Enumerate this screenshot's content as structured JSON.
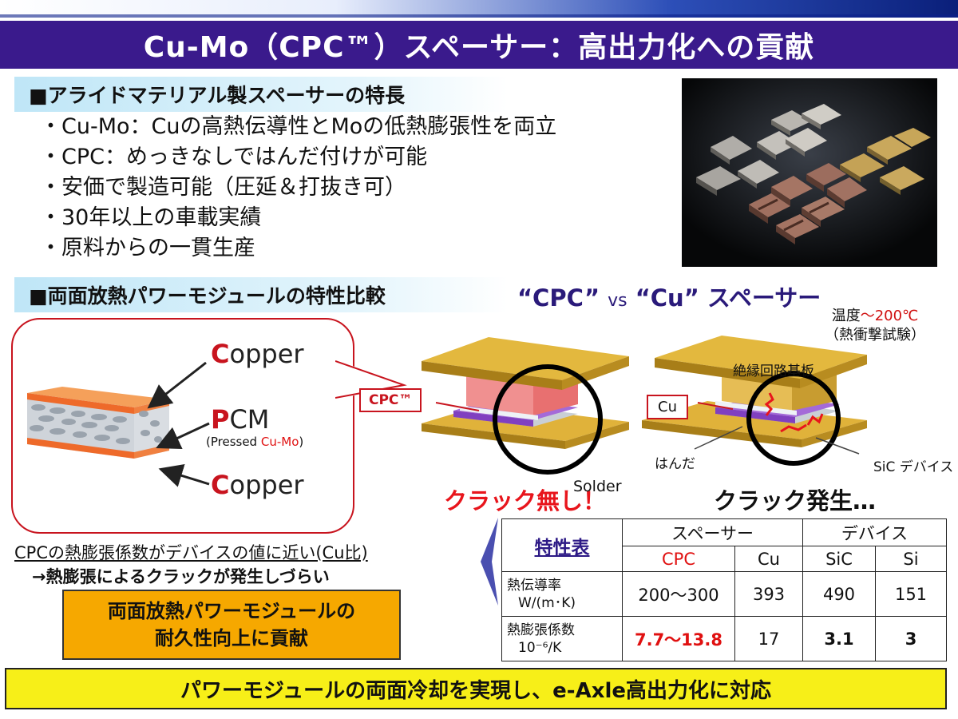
{
  "title": "Cu-Mo（CPC™）スペーサー：高出力化への貢献",
  "section1": {
    "header": "■アライドマテリアル製スペーサーの特長",
    "bullets": [
      "・Cu-Mo：Cuの高熱伝導性とMoの低熱膨張性を両立",
      "・CPC：めっきなしではんだ付けが可能",
      "・安価で製造可能（圧延＆打抜き可）",
      "・30年以上の車載実績",
      "・原料からの一貫生産"
    ]
  },
  "section2": {
    "header": "■両面放熱パワーモジュールの特性比較",
    "vs_left": "“CPC”",
    "vs_mid": "vs",
    "vs_right": "“Cu” スペーサー",
    "temp_prefix": "温度",
    "temp_value": "～200℃",
    "temp_note": "（熱衝撃試験）"
  },
  "layers": {
    "copper_top_cap": "C",
    "copper_top_rest": "opper",
    "pcm_cap": "P",
    "pcm_rest": "CM",
    "pressed_open": "(Pressed ",
    "pressed_red": "Cu-Mo",
    "pressed_close": ")",
    "copper_bot_cap": "C",
    "copper_bot_rest": "opper"
  },
  "diagrams": {
    "cpc_label": "CPC™",
    "cu_label": "Cu",
    "substrate_label": "絶縁回路基板",
    "solder_jp": "はんだ",
    "sic_device": "SiC デバイス",
    "solder_en": "Solder",
    "crack_none": "クラック無し！",
    "crack_occur": "クラック発生…"
  },
  "cte_note": {
    "line1": "CPCの熱膨張係数がデバイスの値に近い(Cu比)",
    "line2": "→熱膨張によるクラックが発生しづらい"
  },
  "highlight_box": {
    "line1": "両面放熱パワーモジュールの",
    "line2": "耐久性向上に貢献"
  },
  "table": {
    "title": "特性表",
    "group_spacer": "スペーサー",
    "group_device": "デバイス",
    "cols": [
      "CPC",
      "Cu",
      "SiC",
      "Si"
    ],
    "row1_label_a": "熱伝導率",
    "row1_label_b": "W/(m･K)",
    "row1": [
      "200～300",
      "393",
      "490",
      "151"
    ],
    "row2_label_a": "熱膨張係数",
    "row2_label_b": "10⁻⁶/K",
    "row2": [
      "7.7～13.8",
      "17",
      "3.1",
      "3"
    ]
  },
  "bottom_banner": "パワーモジュールの両面冷却を実現し、e-Axle高出力化に対応",
  "colors": {
    "title_bg": "#3a1a8c",
    "accent_red": "#c8141e",
    "gold": "#d9a520",
    "banner_yellow": "#f7ef18",
    "highlight_orange": "#f6a800"
  }
}
